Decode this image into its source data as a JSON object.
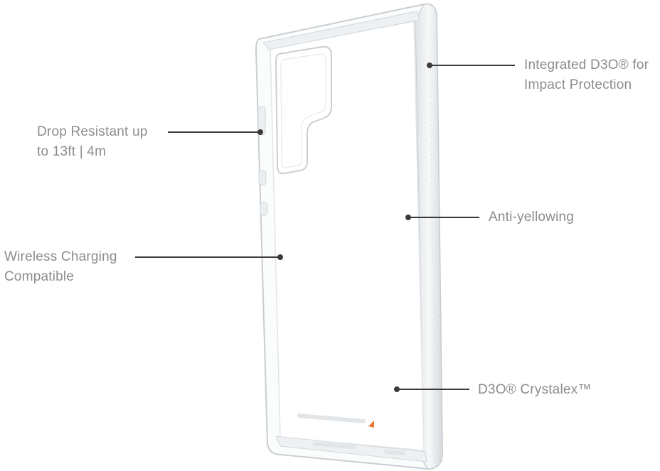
{
  "callouts": {
    "d3o_impact": {
      "line1": "Integrated D3O® for",
      "line2": "Impact Protection"
    },
    "drop_resistant": {
      "line1": "Drop Resistant up",
      "line2": "to 13ft | 4m"
    },
    "anti_yellowing": {
      "line1": "Anti-yellowing"
    },
    "wireless_charging": {
      "line1": "Wireless Charging",
      "line2": "Compatible"
    },
    "crystalex": {
      "line1": "D3O® Crystalex™"
    }
  },
  "colors": {
    "label_text": "#8c8c8c",
    "callout_line": "#3a3a3a",
    "case_edge": "#c9ced3",
    "logo_accent": "#e8772e"
  }
}
